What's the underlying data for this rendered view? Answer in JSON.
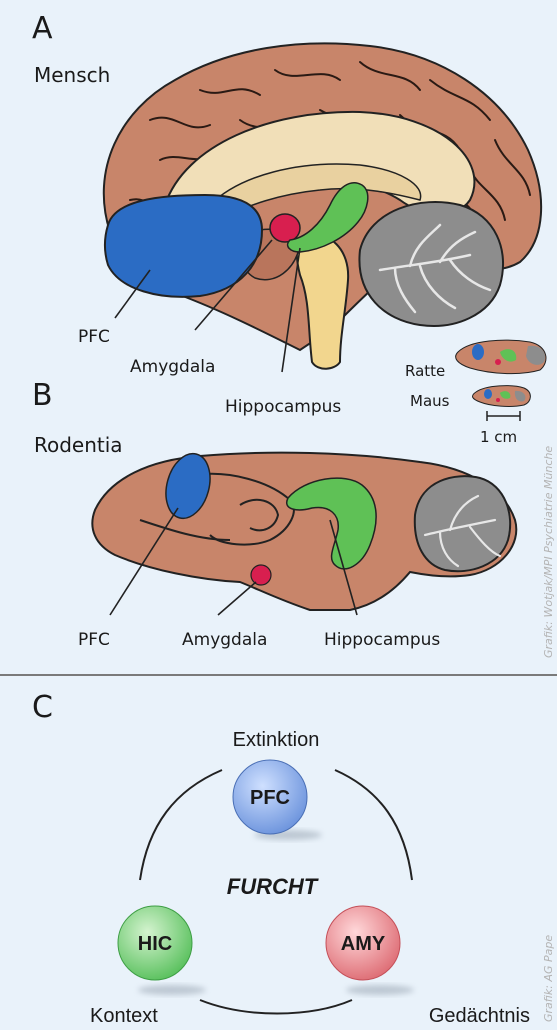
{
  "panel_a": {
    "letter": "A",
    "subtitle": "Mensch",
    "labels": {
      "pfc": "PFC",
      "amygdala": "Amygdala",
      "hippocampus": "Hippocampus"
    },
    "scale": {
      "rat": "Ratte",
      "mouse": "Maus",
      "bar": "1 cm"
    }
  },
  "panel_b": {
    "letter": "B",
    "subtitle": "Rodentia",
    "labels": {
      "pfc": "PFC",
      "amygdala": "Amygdala",
      "hippocampus": "Hippocampus"
    }
  },
  "panel_c": {
    "letter": "C",
    "center": "FURCHT",
    "nodes": {
      "top": {
        "label": "PFC",
        "caption": "Extinktion",
        "color": "#5b86d6"
      },
      "left": {
        "label": "HIC",
        "caption": "Kontext",
        "color": "#58c35e"
      },
      "right": {
        "label": "AMY",
        "caption": "Gedächtnis",
        "color": "#dd6a72"
      }
    }
  },
  "credits": {
    "top": "Grafik: Wotjak/MPI Psychiatrie Münche",
    "bottom": "Grafik: AG Pape"
  },
  "colors": {
    "background": "#e9f2fa",
    "cortex": "#c8856a",
    "pfc": "#2b6cc4",
    "amygdala": "#d81f4f",
    "hippocampus": "#5fc156",
    "cerebellum": "#8d8d8d",
    "brainstem": "#f2d68e"
  }
}
